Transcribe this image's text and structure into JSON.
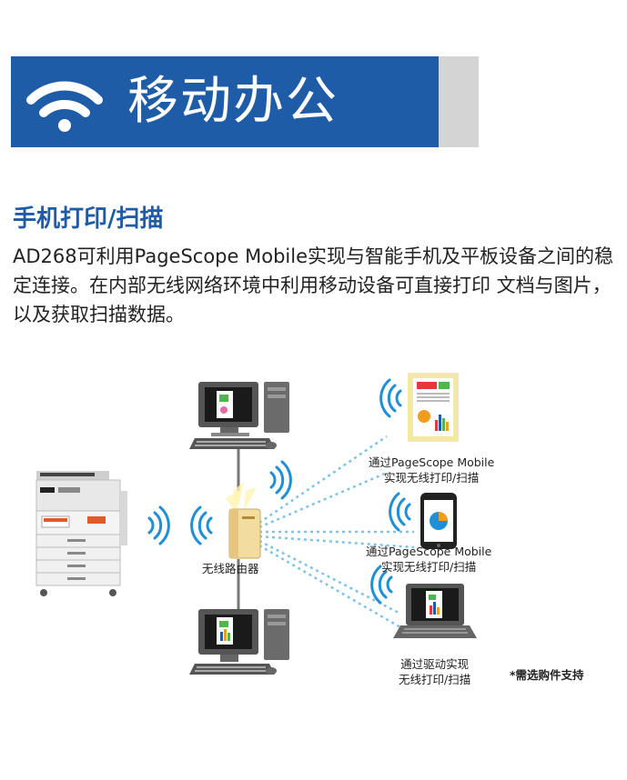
{
  "banner": {
    "title": "移动办公",
    "icon": "wifi-icon",
    "color_blue": "#1f5ca8",
    "color_gray": "#d4d4d4"
  },
  "section": {
    "heading": "手机打印/扫描",
    "body": "AD268可利用PageScope Mobile实现与智能手机及平板设备之间的稳定连接。在内部无线网络环境中利用移动设备可直接打印 文档与图片，以及获取扫描数据。"
  },
  "diagram": {
    "router_label": "无线路由器",
    "tablet_label": [
      "通过PageScope Mobile",
      "实现无线打印/扫描"
    ],
    "phone_label": [
      "通过PageScope Mobile",
      "实现无线打印/扫描"
    ],
    "laptop_label": [
      "通过驱动实现",
      "无线打印/扫描"
    ],
    "note": "*需选购件支持"
  }
}
